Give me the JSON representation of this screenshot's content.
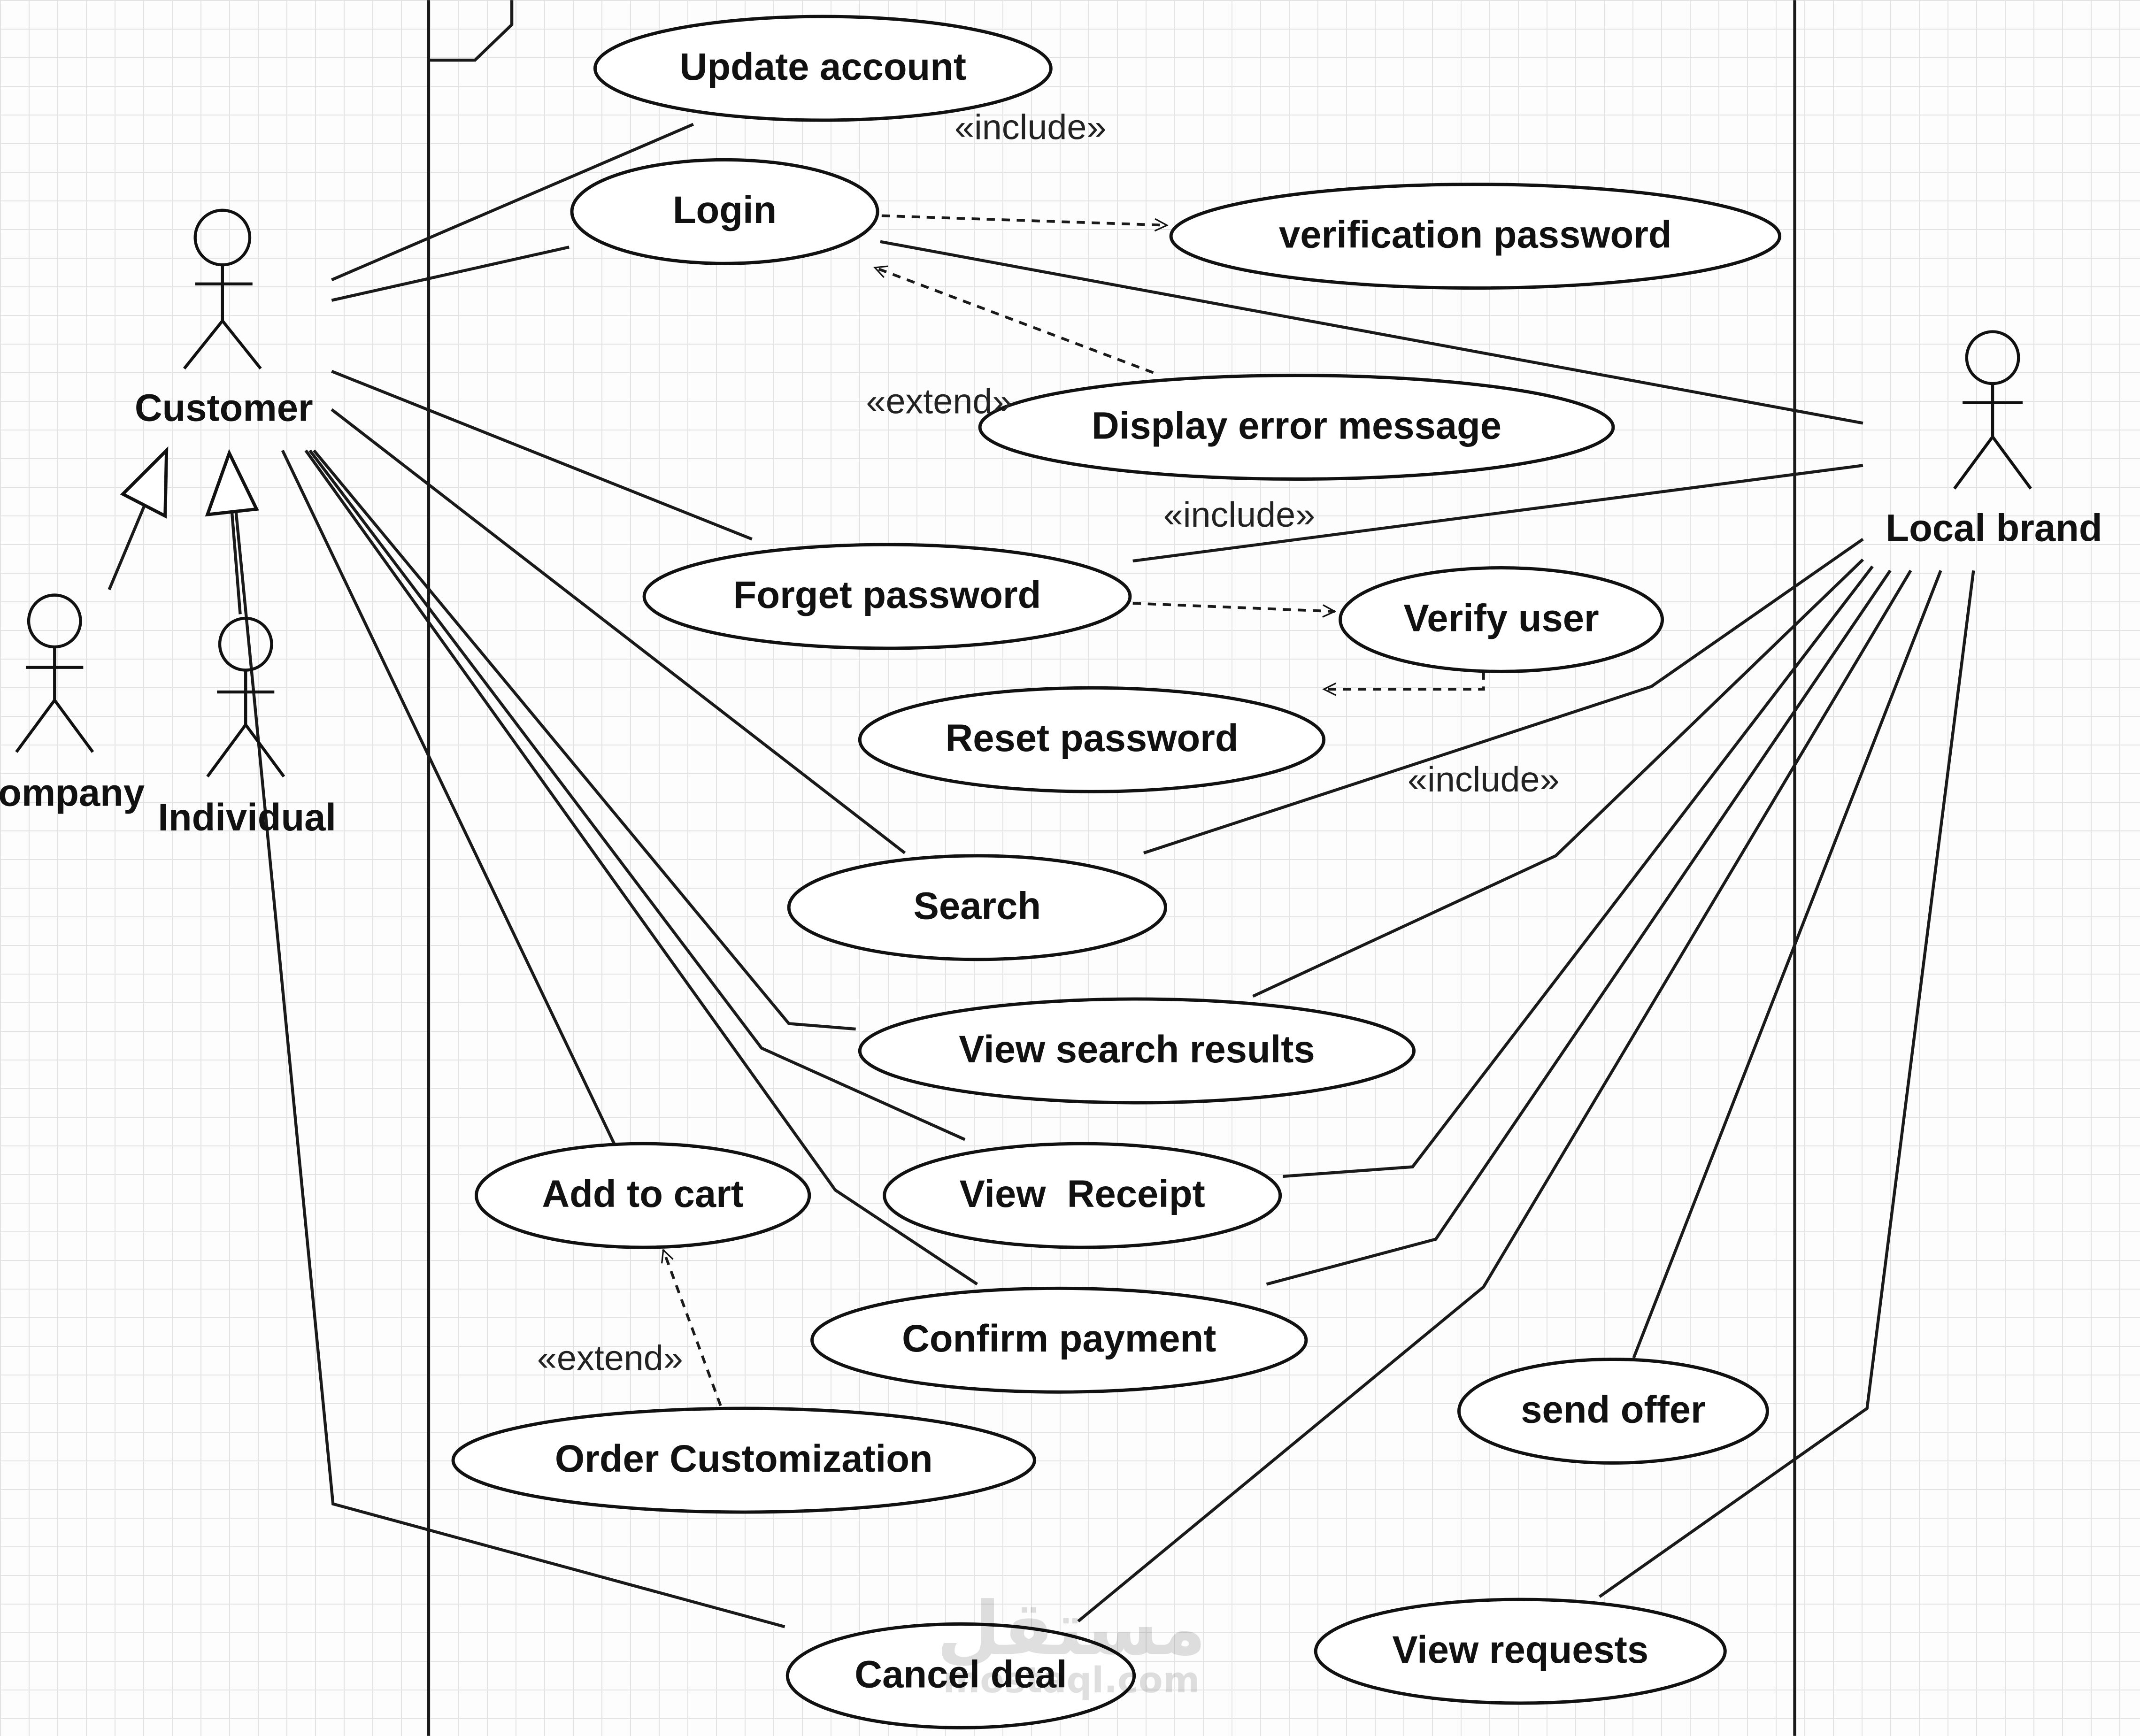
{
  "actors": {
    "customer": "Customer",
    "company": "Company",
    "individual": "Individual",
    "local_brand": "Local brand"
  },
  "use_cases": {
    "update_account": "Update account",
    "login": "Login",
    "verification_password": "verification password",
    "display_error_message": "Display error message",
    "forget_password": "Forget password",
    "verify_user": "Verify user",
    "reset_password": "Reset password",
    "search": "Search",
    "view_search_results": "View search results",
    "add_to_cart": "Add to cart",
    "view_receipt": "View  Receipt",
    "confirm_payment": "Confirm payment",
    "send_offer": "send offer",
    "order_customization": "Order Customization",
    "cancel_deal": "Cancel deal",
    "view_requests": "View requests"
  },
  "stereotypes": {
    "include_1": "«include»",
    "extend_1": "«extend»",
    "include_2": "«include»",
    "include_3": "«include»",
    "extend_2": "«extend»"
  },
  "watermark": {
    "arabic": "مستقل",
    "latin": "mostaql.com"
  }
}
